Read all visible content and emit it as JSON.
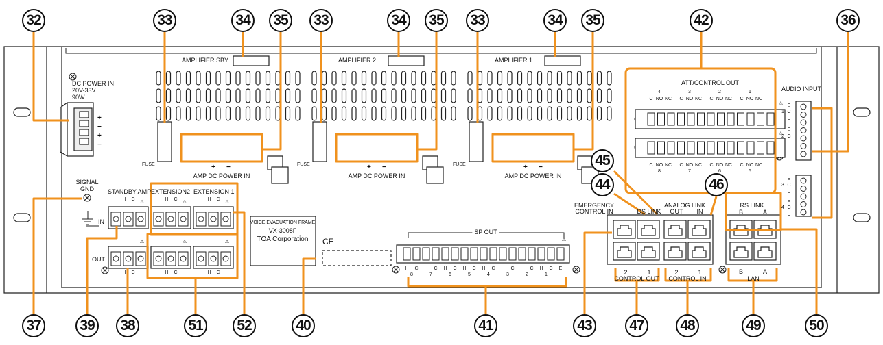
{
  "callouts": {
    "n32": "32",
    "n33a": "33",
    "n34a": "34",
    "n35a": "35",
    "n33b": "33",
    "n34b": "34",
    "n35b": "35",
    "n33c": "33",
    "n34c": "34",
    "n35c": "35",
    "n42": "42",
    "n36": "36",
    "n45": "45",
    "n44": "44",
    "n46": "46",
    "n37": "37",
    "n39": "39",
    "n38": "38",
    "n51": "51",
    "n52": "52",
    "n40": "40",
    "n41": "41",
    "n43": "43",
    "n47": "47",
    "n48": "48",
    "n49": "49",
    "n50": "50"
  },
  "panel": {
    "dc_power_in": "DC POWER IN",
    "dc_voltage": "20V-33V",
    "dc_watt": "90W",
    "plus": "+",
    "minus": "−",
    "amplifier_sby": "AMPLIFIER SBY",
    "amplifier_2": "AMPLIFIER 2",
    "amplifier_1": "AMPLIFIER 1",
    "amp_dc_power_in": "AMP DC POWER IN",
    "fuse": "FUSE",
    "signal_gnd_1": "SIGNAL",
    "signal_gnd_2": "GND",
    "standby_amp": "STANDBY AMP",
    "extension2": "EXTENSION2",
    "extension1": "EXTENSION 1",
    "in": "IN",
    "out": "OUT",
    "h": "H",
    "c": "C",
    "frame_line1": "VOICE EVACUATION FRAME",
    "frame_line2": "VX-3008F",
    "frame_line3": "TOA Corporation",
    "ce": "CE",
    "sp_out": "SP OUT",
    "att_control_out": "ATT/CONTROL OUT",
    "audio_input": "AUDIO INPUT",
    "emergency_control_in_1": "EMERGENCY",
    "emergency_control_in_2": "CONTROL IN",
    "ds_link": "DS LINK",
    "analog_link_out_1": "ANALOG LINK",
    "analog_link_out_2": "OUT",
    "analog_link_in": "IN",
    "control_out": "CONTROL OUT",
    "control_in": "CONTROL IN",
    "rs_link": "RS LINK",
    "lan": "LAN",
    "b": "B",
    "a": "A",
    "one": "1",
    "two": "2",
    "e": "E",
    "warn": "⚠"
  },
  "colors": {
    "callout_line": "#f0921e",
    "panel_fill": "#ffffff",
    "panel_stroke": "#222222",
    "connector_fill": "#dddddd"
  }
}
